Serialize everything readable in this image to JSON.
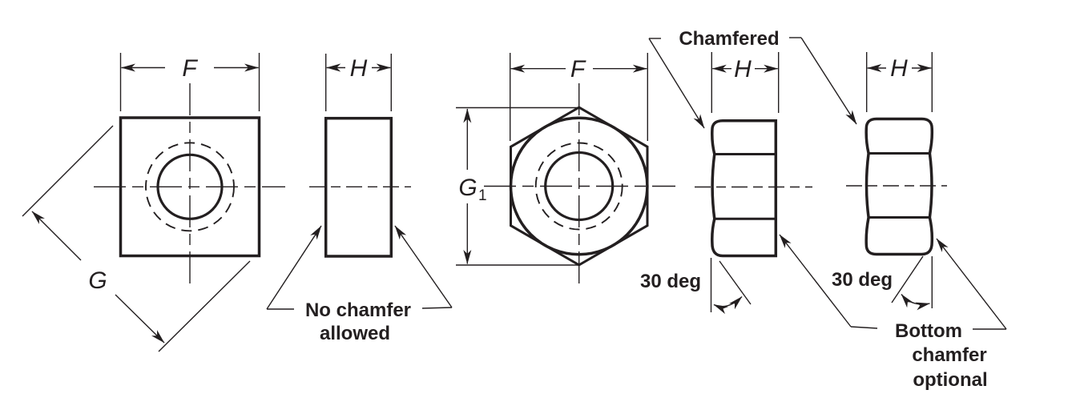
{
  "colors": {
    "line": "#231f20",
    "background": "#ffffff"
  },
  "labels": {
    "dim_f": "F",
    "dim_h": "H",
    "dim_g": "G",
    "dim_g1_base": "G",
    "dim_g1_sub": "1",
    "angle": "30 deg",
    "chamfered": "Chamfered",
    "no_chamfer": {
      "line1": "No chamfer",
      "line2": "allowed"
    },
    "bottom_chamfer": {
      "line1": "Bottom",
      "line2": "chamfer",
      "line3": "optional"
    }
  }
}
